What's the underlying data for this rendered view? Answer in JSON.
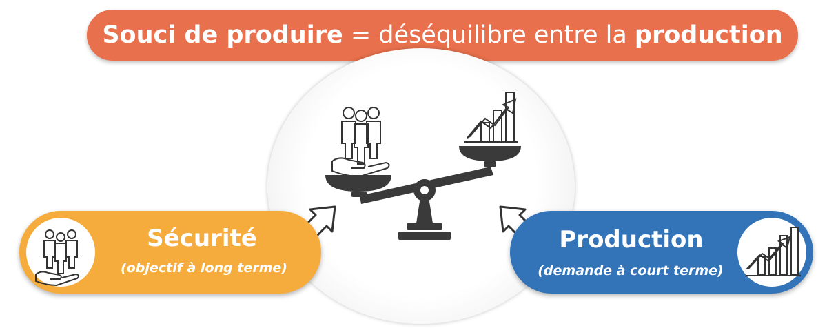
{
  "banner": {
    "part1": "Souci de produire",
    "part2": " = déséquilibre entre la ",
    "part3": "production"
  },
  "left_pill": {
    "title": "Sécurité",
    "subtitle": "(objectif à long terme)",
    "icon": "people-in-hand-icon"
  },
  "right_pill": {
    "title": "Production",
    "subtitle": "(demande à court terme)",
    "icon": "growth-chart-icon"
  },
  "center": {
    "icon": "balance-scale-icon",
    "heavy_side": "left"
  },
  "colors": {
    "banner": "#e8704c",
    "left_pill": "#f6ac3c",
    "right_pill": "#3374b8",
    "icon_dark": "#3a3a3a"
  }
}
